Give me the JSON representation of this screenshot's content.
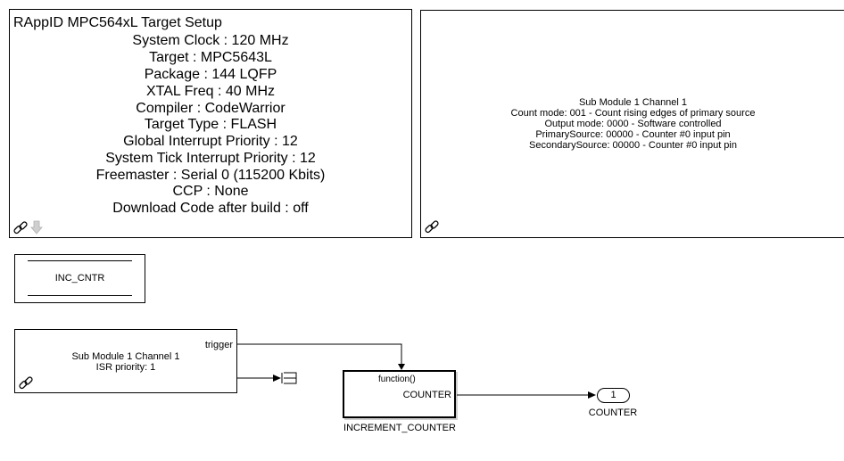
{
  "target_setup": {
    "title": "RAppID MPC564xL Target Setup",
    "lines": [
      "System Clock : 120 MHz",
      "Target : MPC5643L",
      "Package : 144 LQFP",
      "XTAL Freq : 40 MHz",
      "Compiler : CodeWarrior",
      "Target Type : FLASH",
      "Global Interrupt Priority : 12",
      "System Tick Interrupt Priority : 12",
      "Freemaster : Serial 0 (115200 Kbits)",
      "CCP : None",
      "Download Code after build : off"
    ]
  },
  "channel_config": {
    "lines": [
      "Sub Module 1 Channel 1",
      "Count mode: 001 - Count rising edges of primary source",
      "Output mode: 0000 - Software controlled",
      "PrimarySource: 00000 - Counter #0 input pin",
      "SecondarySource: 00000 - Counter #0 input pin"
    ]
  },
  "inc_cntr": {
    "label": "INC_CNTR"
  },
  "isr_block": {
    "line1": "Sub Module 1 Channel 1",
    "line2": "ISR priority: 1",
    "port_trigger": "trigger"
  },
  "function_block": {
    "port_in": "function()",
    "port_out": "COUNTER",
    "name": "INCREMENT_COUNTER"
  },
  "outport": {
    "number": "1",
    "name": "COUNTER"
  }
}
